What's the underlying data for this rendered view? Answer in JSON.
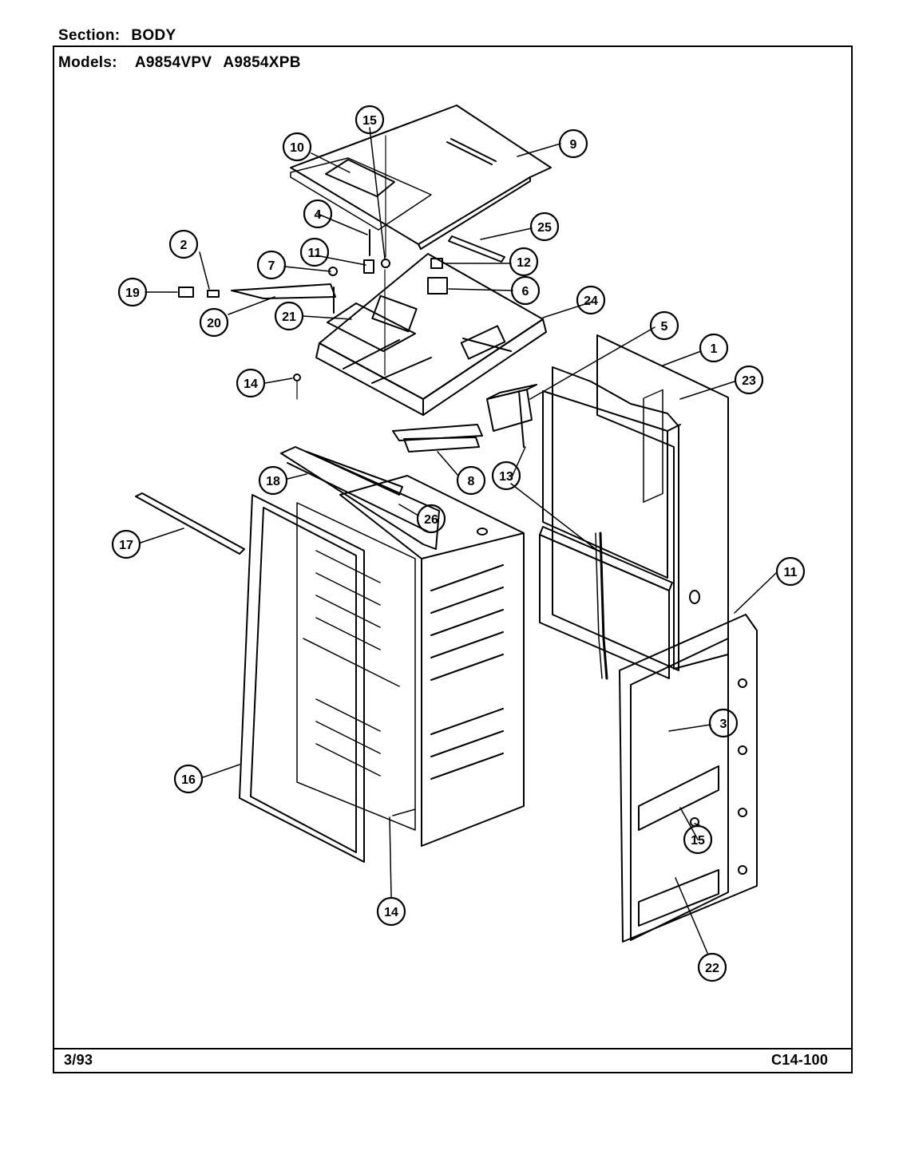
{
  "header": {
    "section_label": "Section:",
    "section_value": "BODY",
    "models_label": "Models:",
    "models": [
      "A9854VPV",
      "A9854XPB"
    ]
  },
  "footer": {
    "date": "3/93",
    "doc_number": "C14-100"
  },
  "callouts": [
    "1",
    "2",
    "3",
    "4",
    "5",
    "6",
    "7",
    "8",
    "9",
    "10",
    "11",
    "12",
    "13",
    "14",
    "15",
    "16",
    "17",
    "18",
    "19",
    "20",
    "21",
    "22",
    "23",
    "24",
    "25",
    "26",
    "11",
    "14",
    "15"
  ]
}
